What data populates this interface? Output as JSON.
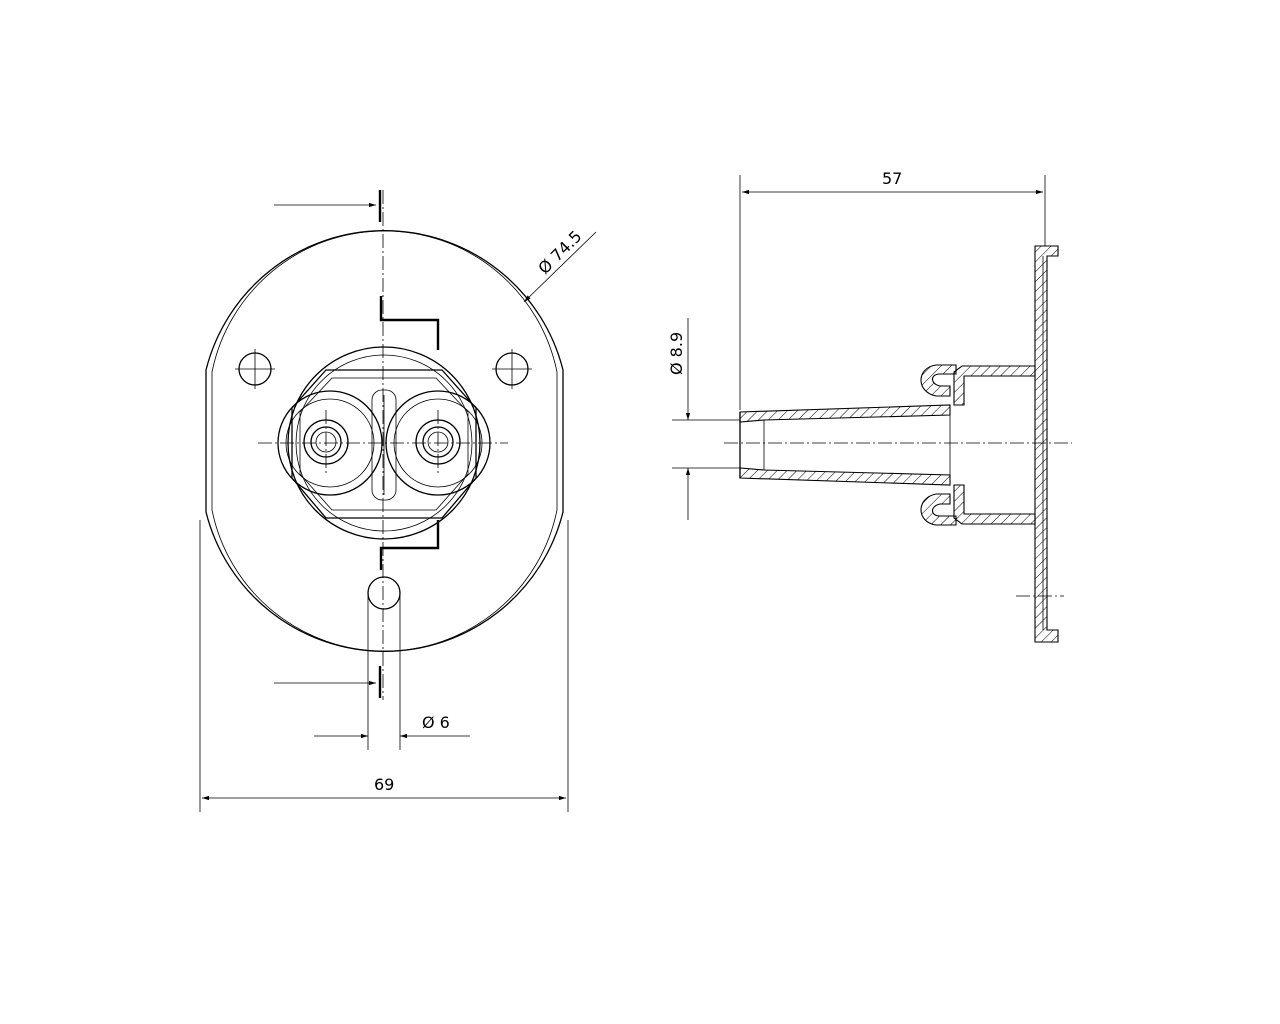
{
  "dimensions": {
    "outer_diameter": "Ø 74.5",
    "width": "69",
    "hole_diameter": "Ø 6",
    "depth": "57",
    "tube_diameter": "Ø 8.9"
  },
  "colors": {
    "line": "#000000",
    "background": "#ffffff"
  }
}
